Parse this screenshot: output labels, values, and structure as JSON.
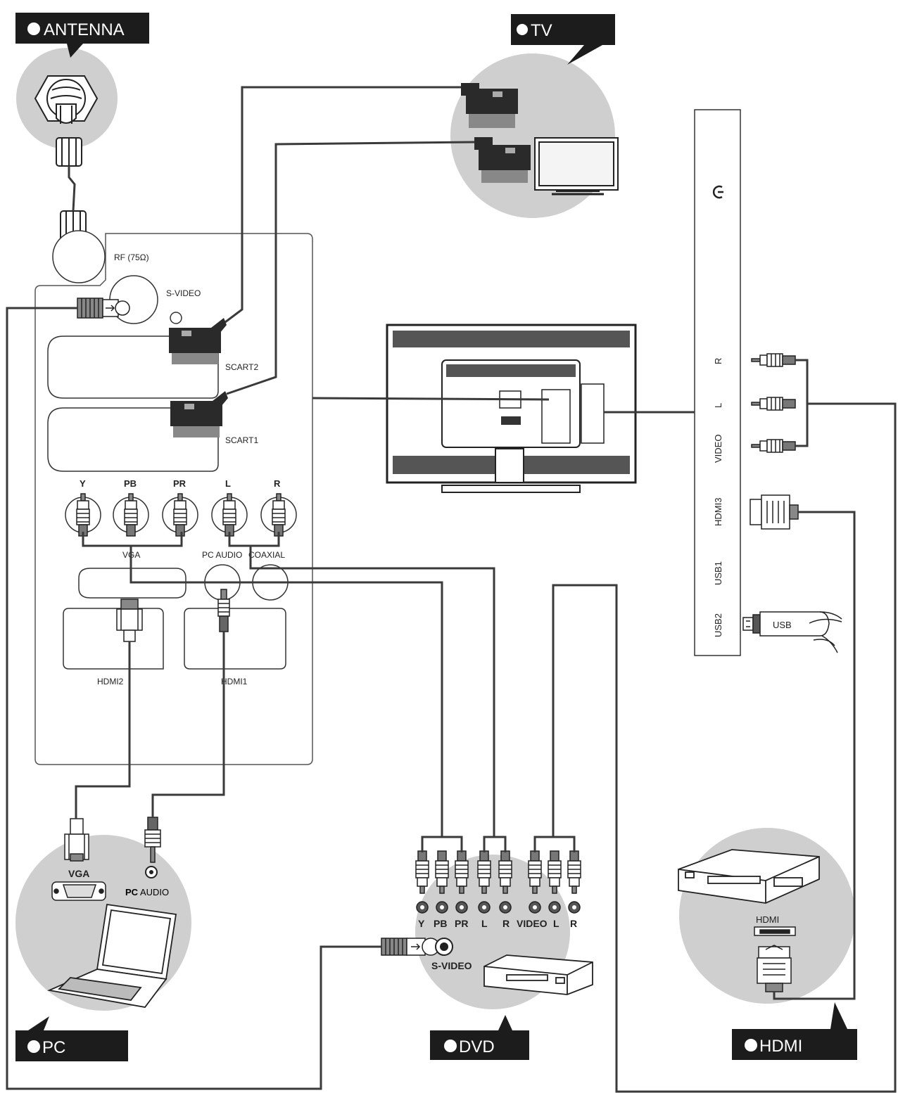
{
  "callouts": {
    "antenna": "ANTENNA",
    "tv": "TV",
    "pc": "PC",
    "dvd": "DVD",
    "hdmi": "HDMI"
  },
  "rear_panel": {
    "rf": "RF (75Ω)",
    "svideo": "S-VIDEO",
    "scart2": "SCART2",
    "scart1": "SCART1",
    "ypbpr": [
      "Y",
      "PB",
      "PR"
    ],
    "audio_lr": [
      "L",
      "R"
    ],
    "vga": "VGA",
    "pc_audio": "PC AUDIO",
    "coaxial": "COAXIAL",
    "hdmi2": "HDMI2",
    "hdmi1": "HDMI1"
  },
  "side_panel": {
    "r": "R",
    "l": "L",
    "video": "VIDEO",
    "hdmi3": "HDMI3",
    "usb1": "USB1",
    "usb2": "USB2",
    "usb_stick": "USB"
  },
  "pc_device": {
    "vga": "VGA",
    "pc_audio_bold": "PC",
    "pc_audio_rest": " AUDIO"
  },
  "dvd_device": {
    "jacks": [
      "Y",
      "PB",
      "PR",
      "L",
      "R",
      "VIDEO",
      "L",
      "R"
    ],
    "svideo": "S-VIDEO"
  },
  "hdmi_device": {
    "label": "HDMI"
  },
  "colors": {
    "callout_bg": "#1c1c1c",
    "bubble": "#cfcfcf",
    "cable": "#3a3a3a"
  }
}
